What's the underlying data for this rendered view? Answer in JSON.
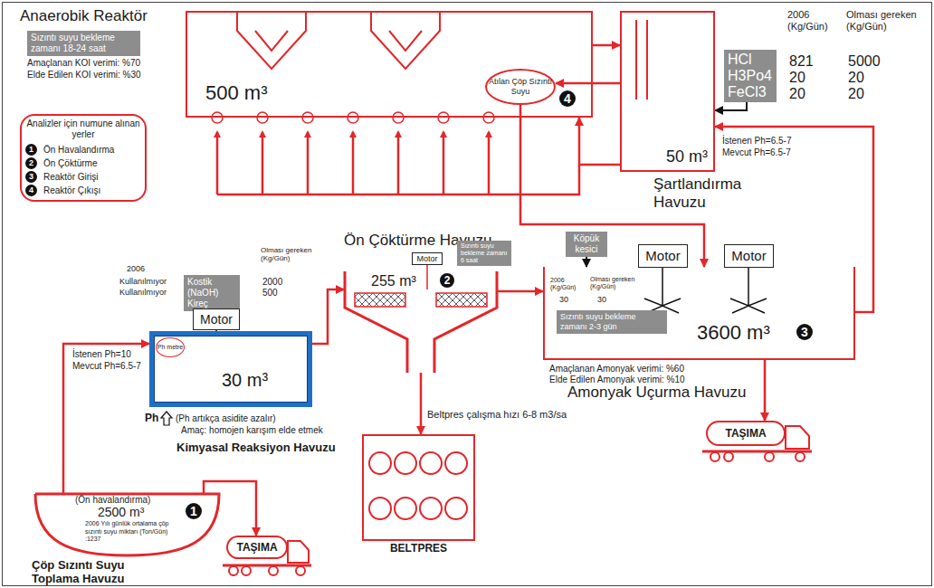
{
  "diagram": {
    "title": "Anaerobik Reaktör",
    "nodes": [
      {
        "text": [
          "500 m³"
        ]
      },
      {
        "text": [
          "Sızıntı suyu bekleme zamanı 18-24 saat"
        ]
      },
      {
        "text": [
          "Analizler için numune alınan yerler",
          "Ön Havalandırma",
          "Ön Çöktürme",
          "Reaktör Girişi",
          "Reaktör Çıkışı"
        ]
      },
      {
        "text": [
          "Atılan Çöp Sızıntı Suyu"
        ],
        "in": 0
      },
      {
        "text": [
          "50 m³",
          "Şartlandırma Havuzu"
        ]
      },
      {
        "text": [
          "HCl",
          "H3Po4",
          "FeCl3"
        ]
      },
      {
        "text": [
          "Kostik (NaOH)",
          "Kireç"
        ]
      },
      {
        "text": [
          "Motor"
        ]
      },
      {
        "text": [
          "30 m³",
          "Kimyasal Reaksiyon Havuzu"
        ]
      },
      {
        "text": [
          "Ph metre"
        ],
        "in": 8
      },
      {
        "text": [
          "(Ön havalandırma)",
          "2500 m³",
          "2006 Yılı günlük ortalama çöp sızıntı suyu miktarı (Ton/Gün) :1237",
          "Çöp Sızıntı Suyu Toplama Havuzu"
        ]
      },
      {
        "text": [
          "TAŞIMA"
        ]
      },
      {
        "text": [
          "Ön Çöktürme Havuzu",
          "255 m³"
        ]
      },
      {
        "text": [
          "Motor"
        ]
      },
      {
        "text": [
          "Sızıntı suyu bekleme zamanı 6 saat"
        ]
      },
      {
        "text": [
          "BELTPRES"
        ]
      },
      {
        "text": [
          "3600 m³",
          "Amonyak Uçurma Havuzu"
        ]
      },
      {
        "text": [
          "Köpük kesici"
        ]
      },
      {
        "text": [
          "Motor"
        ]
      },
      {
        "text": [
          "Motor"
        ]
      },
      {
        "text": [
          "Sızıntı suyu bekleme zamanı 2-3 gün"
        ],
        "in": 16
      },
      {
        "text": [
          "TAŞIMA"
        ]
      }
    ],
    "edges": [
      {
        "from": 10,
        "to": 8,
        "arrow": "to"
      },
      {
        "from": 10,
        "to": 11,
        "arrow": "to"
      },
      {
        "from": 8,
        "to": 12,
        "arrow": "to"
      },
      {
        "from": 12,
        "to": 15,
        "arrow": "to"
      },
      {
        "from": 12,
        "to": 16,
        "arrow": "to"
      },
      {
        "from": 16,
        "to": 4,
        "arrow": "to"
      },
      {
        "from": 16,
        "to": 21,
        "arrow": "to"
      },
      {
        "from": 4,
        "to": 0,
        "arrow": "to"
      },
      {
        "from": 0,
        "to": 4,
        "arrow": "to"
      },
      {
        "from": 4,
        "to": 3,
        "arrow": "to"
      },
      {
        "from": 3,
        "to": 16,
        "arrow": "to"
      },
      {
        "from": 6,
        "to": 7,
        "arrow": "to"
      },
      {
        "from": 17,
        "to": 16,
        "arrow": "to"
      },
      {
        "from": 5,
        "to": 4,
        "arrow": "to"
      }
    ],
    "labels": [
      "Amaçlanan KOI verimi: %70",
      "Elde Edilen KOI verimi: %30",
      "1",
      "2",
      "3",
      "4",
      "4",
      "2006 (Kg/Gün)",
      "Olması gereken (Kg/Gün)",
      "821",
      "5000",
      "20",
      "20",
      "20",
      "20",
      "İstenen Ph=6.5-7",
      "Mevcut Ph=6.5-7",
      "2006",
      "Kullanılmıyor",
      "Kullanılmıyor",
      "Olması gereken (Kg/Gün)",
      "2000",
      "500",
      "İstenen Ph=10",
      "Mevcut Ph=6.5-7",
      "Ph",
      "(Ph artıkça asidite azalır)",
      "Amaç: homojen karışım elde etmek",
      "1",
      "2",
      "Beltpres çalışma hızı 6-8 m3/sa",
      "2006 (Kg/Gün)",
      "Olması gereken (Kg/Gün)",
      "30",
      "30",
      "3",
      "Amaçlanan Amonyak verimi: %60",
      "Elde Edilen Amonyak verimi: %10"
    ]
  }
}
